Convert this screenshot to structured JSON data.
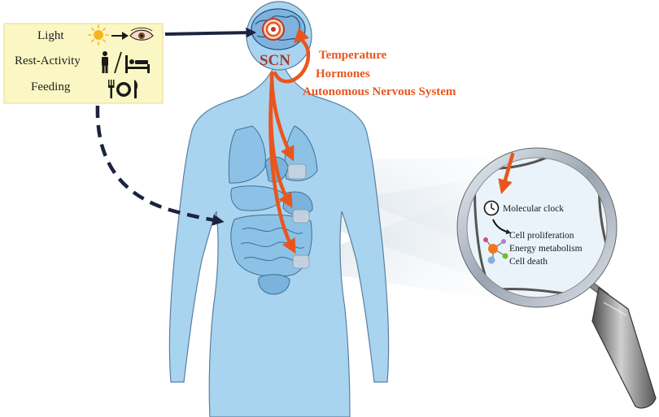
{
  "inputs_box": {
    "items": [
      {
        "label": "Light",
        "icons": [
          "sun-icon",
          "arrow-right-icon",
          "eye-icon"
        ]
      },
      {
        "label": "Rest-Activity",
        "icons": [
          "person-icon",
          "slash-icon",
          "bed-icon"
        ]
      },
      {
        "label": "Feeding",
        "icons": [
          "fork-icon",
          "plate-icon",
          "knife-icon"
        ]
      }
    ]
  },
  "brain": {
    "scn_label": "SCN"
  },
  "outputs": {
    "items": [
      "Temperature",
      "Hormones",
      "Autonomous Nervous System"
    ]
  },
  "magnifier": {
    "clock_label": "Molecular clock",
    "processes": [
      "Cell proliferation",
      "Energy metabolism",
      "Cell death"
    ]
  },
  "colors": {
    "orange_arrow": "#e8561e",
    "dark_arrow": "#1c2340",
    "body_fill": "#a9d4ef",
    "box_fill": "#fbf7c4"
  }
}
